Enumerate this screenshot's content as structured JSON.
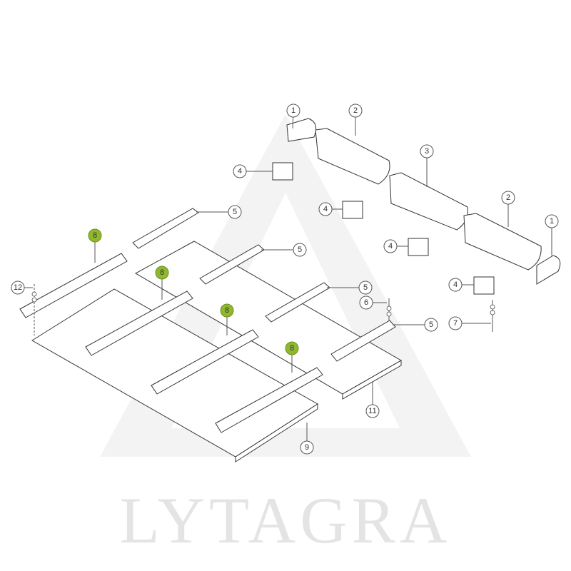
{
  "watermark": {
    "text": "LYTAGRA"
  },
  "highlight_color": "#8fb82f",
  "callouts": [
    {
      "id": "c1a",
      "label": "1"
    },
    {
      "id": "c2a",
      "label": "2"
    },
    {
      "id": "c3",
      "label": "3"
    },
    {
      "id": "c4a",
      "label": "4"
    },
    {
      "id": "c4b",
      "label": "4"
    },
    {
      "id": "c4c",
      "label": "4"
    },
    {
      "id": "c4d",
      "label": "4"
    },
    {
      "id": "c2b",
      "label": "2"
    },
    {
      "id": "c1b",
      "label": "1"
    },
    {
      "id": "c5a",
      "label": "5"
    },
    {
      "id": "c5b",
      "label": "5"
    },
    {
      "id": "c5c",
      "label": "5"
    },
    {
      "id": "c5d",
      "label": "5"
    },
    {
      "id": "c6",
      "label": "6"
    },
    {
      "id": "c7",
      "label": "7"
    },
    {
      "id": "c12",
      "label": "12"
    },
    {
      "id": "c8a",
      "label": "8",
      "highlighted": true
    },
    {
      "id": "c8b",
      "label": "8",
      "highlighted": true
    },
    {
      "id": "c8c",
      "label": "8",
      "highlighted": true
    },
    {
      "id": "c8d",
      "label": "8",
      "highlighted": true
    },
    {
      "id": "c11",
      "label": "11"
    },
    {
      "id": "c9",
      "label": "9"
    }
  ]
}
